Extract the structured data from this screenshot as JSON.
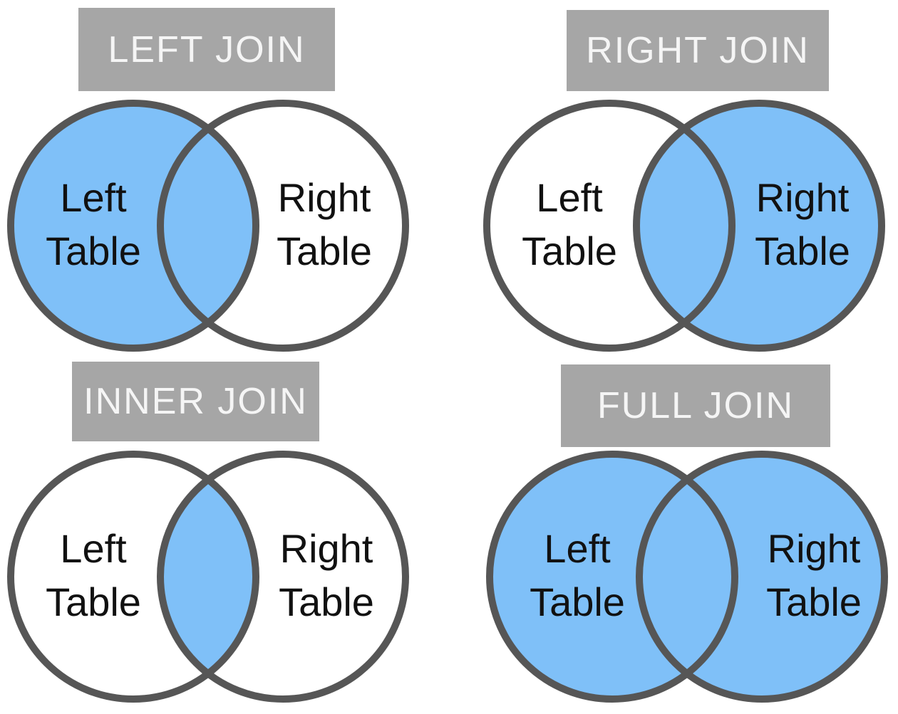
{
  "colors": {
    "shaded": "#7FC0F8",
    "unshaded": "#FFFFFF",
    "circle_outline": "#565656",
    "title_box_bg": "#A6A6A6",
    "title_text": "#F5F5F5",
    "label_text": "#111111",
    "page_bg": "#FFFFFF"
  },
  "diagrams": [
    {
      "id": "left-join",
      "title": "LEFT JOIN",
      "left_line1": "Left",
      "left_line2": "Table",
      "right_line1": "Right",
      "right_line2": "Table",
      "shaded_regions": "left circle including intersection"
    },
    {
      "id": "right-join",
      "title": "RIGHT JOIN",
      "left_line1": "Left",
      "left_line2": "Table",
      "right_line1": "Right",
      "right_line2": "Table",
      "shaded_regions": "right circle including intersection"
    },
    {
      "id": "inner-join",
      "title": "INNER JOIN",
      "left_line1": "Left",
      "left_line2": "Table",
      "right_line1": "Right",
      "right_line2": "Table",
      "shaded_regions": "intersection only"
    },
    {
      "id": "full-join",
      "title": "FULL JOIN",
      "left_line1": "Left",
      "left_line2": "Table",
      "right_line1": "Right",
      "right_line2": "Table",
      "shaded_regions": "both circles including intersection"
    }
  ]
}
